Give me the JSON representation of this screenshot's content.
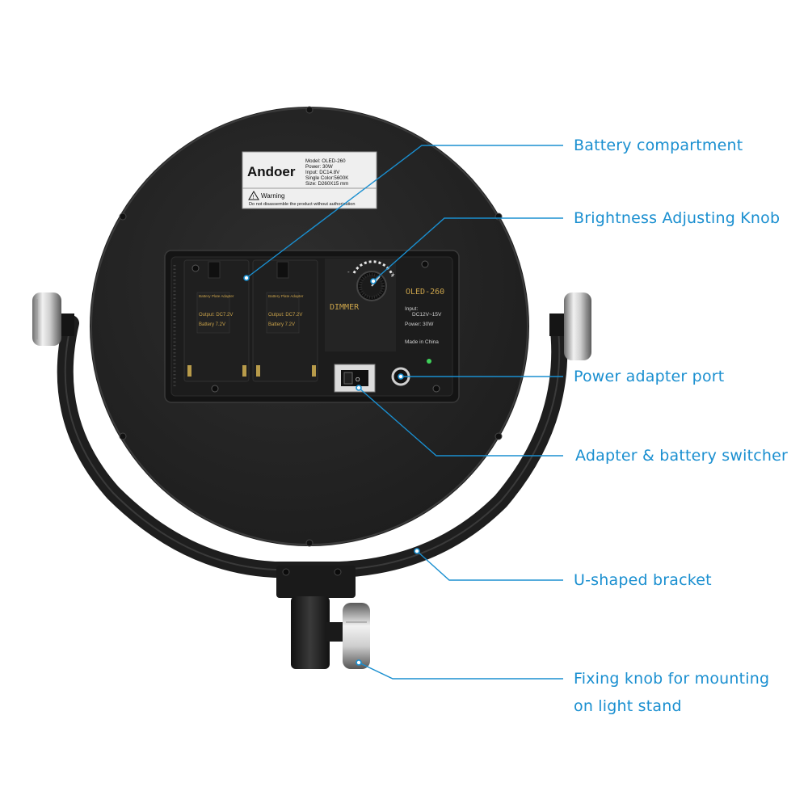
{
  "colors": {
    "accent": "#1a8fd0",
    "body": "#232323",
    "panel": "#1b1b1b",
    "label_orange": "#c9a24a",
    "green_led": "#3fcf5a"
  },
  "label_plate": {
    "brand": "Andoer",
    "specs": [
      "Model:  OLED-260",
      "Power:  30W",
      "Input:  DC14.8V",
      "Single Color:5600K",
      "Size:  D260X15 mm"
    ],
    "warning_title": "Warning",
    "warning_text": "Do not disassemble the product without authorization"
  },
  "battery_plates": [
    {
      "top": "Battery Plate Adapter",
      "output": "Output: DC7.2V",
      "battery": "Battery 7.2V"
    },
    {
      "top": "Battery Plate Adapter",
      "output": "Output: DC7.2V",
      "battery": "Battery 7.2V"
    }
  ],
  "control_panel": {
    "dimmer_label": "DIMMER",
    "model": "OLED-260",
    "input_label": "Input:",
    "input_value": "DC12V~15V",
    "power": "Power: 30W",
    "made_in": "Made in China"
  },
  "callouts": [
    {
      "id": "battery-compartment",
      "text": "Battery compartment"
    },
    {
      "id": "brightness-knob",
      "text": "Brightness Adjusting Knob"
    },
    {
      "id": "power-port",
      "text": "Power adapter port"
    },
    {
      "id": "switcher",
      "text": "Adapter & battery switcher"
    },
    {
      "id": "bracket",
      "text": "U-shaped bracket"
    },
    {
      "id": "fixing-knob",
      "text": "Fixing knob for mounting"
    },
    {
      "id": "fixing-knob-2",
      "text": "on light stand"
    }
  ]
}
